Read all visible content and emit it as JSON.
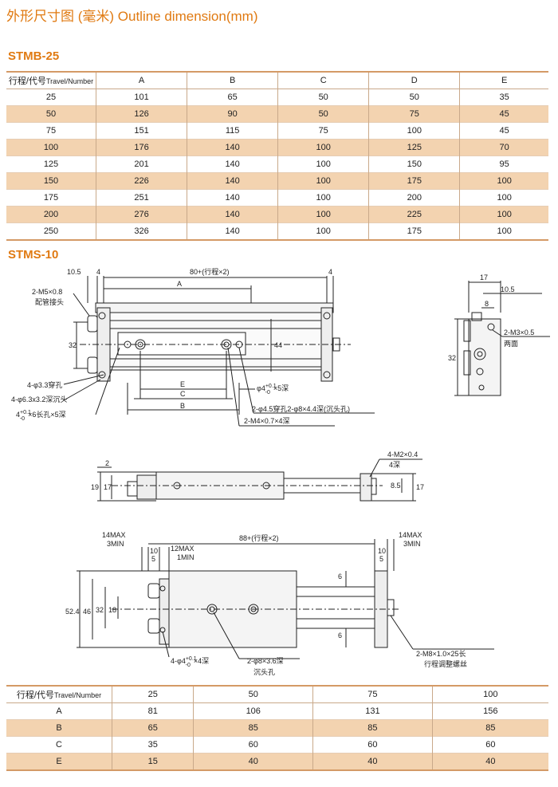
{
  "page_title": "外形尺寸图 (毫米) Outline dimension(mm)",
  "section1_title": "STMB-25",
  "table1": {
    "header_cn": "行程/代号",
    "header_en": "Travel/Number",
    "columns": [
      "A",
      "B",
      "C",
      "D",
      "E"
    ],
    "rows": [
      [
        "25",
        "101",
        "65",
        "50",
        "50",
        "35"
      ],
      [
        "50",
        "126",
        "90",
        "50",
        "75",
        "45"
      ],
      [
        "75",
        "151",
        "115",
        "75",
        "100",
        "45"
      ],
      [
        "100",
        "176",
        "140",
        "100",
        "125",
        "70"
      ],
      [
        "125",
        "201",
        "140",
        "100",
        "150",
        "95"
      ],
      [
        "150",
        "226",
        "140",
        "100",
        "175",
        "100"
      ],
      [
        "175",
        "251",
        "140",
        "100",
        "200",
        "100"
      ],
      [
        "200",
        "276",
        "140",
        "100",
        "225",
        "100"
      ],
      [
        "250",
        "326",
        "140",
        "100",
        "175",
        "100"
      ]
    ]
  },
  "section2_title": "STMS-10",
  "drawing_labels": {
    "d_10_5": "10.5",
    "d_4a": "4",
    "d_80": "80+(行程×2)",
    "d_4b": "4",
    "d_A": "A",
    "m5": "2-M5×0.8",
    "pipe_joint": "配管接头",
    "d_32": "32",
    "d_44": "44",
    "hole_33": "4-φ3.3穿孔",
    "hole_63": "4-φ6.3x3.2深沉头",
    "slot_4": "4",
    "slot_tol_p": "+0.1",
    "slot_tol_m": "-0",
    "slot_rest": "×6长孔×5深",
    "d_E": "E",
    "d_C": "C",
    "d_B": "B",
    "phi4": "φ4",
    "phi4_p": "+0.1",
    "phi4_m": "-0",
    "phi4_rest": "×5深",
    "hole_45": "2-φ4.5穿孔2-φ8×4.4深(沉头孔)",
    "m4": "2-M4×0.7×4深",
    "r_17": "17",
    "r_10_5": "10.5",
    "r_8": "8",
    "m3": "2-M3×0.5",
    "both_sides": "两面",
    "r_32": "32",
    "s_2": "2",
    "s_19": "19",
    "s_17": "17",
    "m2": "4-M2×0.4",
    "deep4": "4深",
    "s_8_5": "8.5",
    "s_17b": "17",
    "b_14max_l": "14MAX",
    "b_3min_l": "3MIN",
    "b_10": "10",
    "b_5": "5",
    "b_12max": "12MAX",
    "b_1min": "1MIN",
    "b_88": "88+(行程×2)",
    "b_14max_r": "14MAX",
    "b_3min_r": "3MIN",
    "b_10r": "10",
    "b_5r": "5",
    "b_6a": "6",
    "b_52_4": "52.4",
    "b_46": "46",
    "b_32": "32",
    "b_18": "18",
    "b_6b": "6",
    "b_phi4": "4-φ4",
    "b_phi4_p": "+0.1",
    "b_phi4_m": "-0",
    "b_phi4_rest": "×4深",
    "b_phi8": "2-φ8×3.6深",
    "b_countersink": "沉头孔",
    "m8": "2-M8×1.0×25长",
    "adjust_screw": "行程调整螺丝"
  },
  "table2": {
    "header_cn": "行程/代号",
    "header_en": "Travel/Number",
    "columns": [
      "25",
      "50",
      "75",
      "100"
    ],
    "rows": [
      [
        "A",
        "81",
        "106",
        "131",
        "156"
      ],
      [
        "B",
        "65",
        "85",
        "85",
        "85"
      ],
      [
        "C",
        "35",
        "60",
        "60",
        "60"
      ],
      [
        "E",
        "15",
        "40",
        "40",
        "40"
      ]
    ]
  },
  "colors": {
    "accent": "#e07a12",
    "row_band": "#f3d3b0",
    "rule": "#d49a66"
  }
}
